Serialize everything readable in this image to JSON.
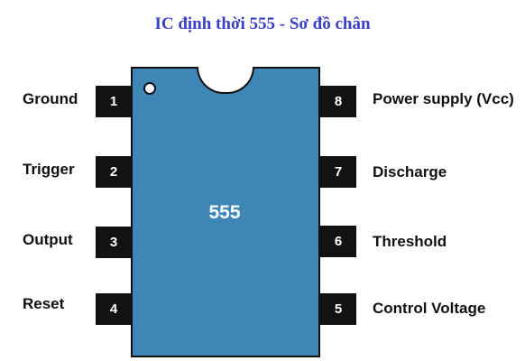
{
  "title": "IC định thời 555 - Sơ đồ chân",
  "chip": {
    "label": "555"
  },
  "pins": {
    "p1": {
      "number": "1",
      "name": "Ground"
    },
    "p2": {
      "number": "2",
      "name": "Trigger"
    },
    "p3": {
      "number": "3",
      "name": "Output"
    },
    "p4": {
      "number": "4",
      "name": "Reset"
    },
    "p5": {
      "number": "5",
      "name": "Control Voltage"
    },
    "p6": {
      "number": "6",
      "name": "Threshold"
    },
    "p7": {
      "number": "7",
      "name": "Discharge"
    },
    "p8": {
      "number": "8",
      "name": "Power supply (Vcc)"
    }
  },
  "colors": {
    "chip_body": "#3d86b6",
    "pin": "#121212",
    "title": "#3a3fc6"
  }
}
